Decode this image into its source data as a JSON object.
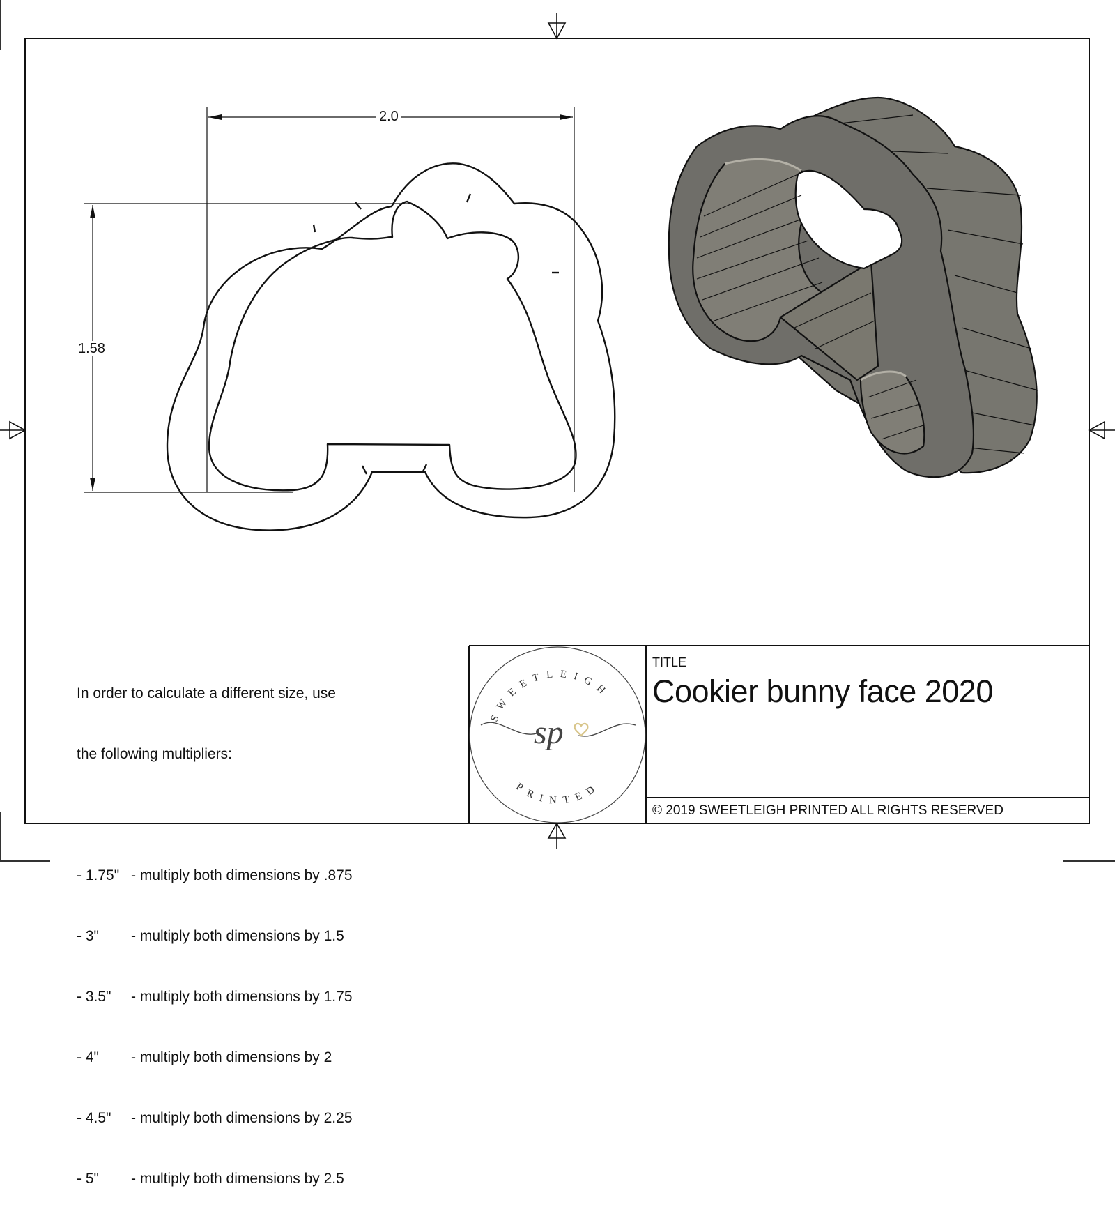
{
  "drawing": {
    "dimensions": {
      "width_label": "2.0",
      "height_label": "1.58"
    },
    "notes": {
      "intro_line1": "In order to calculate a different size, use",
      "intro_line2": "the following multipliers:",
      "multipliers": [
        {
          "size": "- 1.75\"",
          "text": "- multiply both dimensions by .875"
        },
        {
          "size": "- 3\"",
          "text": "- multiply both dimensions by 1.5"
        },
        {
          "size": "- 3.5\"",
          "text": "- multiply both dimensions by 1.75"
        },
        {
          "size": "- 4\"",
          "text": "- multiply both dimensions by 2"
        },
        {
          "size": "- 4.5\"",
          "text": "- multiply both dimensions by 2.25"
        },
        {
          "size": "- 5\"",
          "text": "- multiply both dimensions by 2.5"
        }
      ]
    },
    "title_block": {
      "title_label": "TITLE",
      "title": "Cookier bunny face 2020",
      "copyright": "© 2019  SWEETLEIGH PRINTED  ALL RIGHTS RESERVED",
      "logo": {
        "top_arc_text": "SWEETLEIGH",
        "bottom_arc_text": "PRINTED",
        "monogram": "sp",
        "heart_color": "#d8c58a"
      }
    },
    "icons": {
      "centering_marks": [
        "center-mark-top",
        "center-mark-bottom",
        "center-mark-left",
        "center-mark-right"
      ]
    },
    "colors": {
      "line": "#111111",
      "render_body": "#6e6d68",
      "render_dark": "#55544f",
      "render_light": "#8c8a83"
    }
  }
}
